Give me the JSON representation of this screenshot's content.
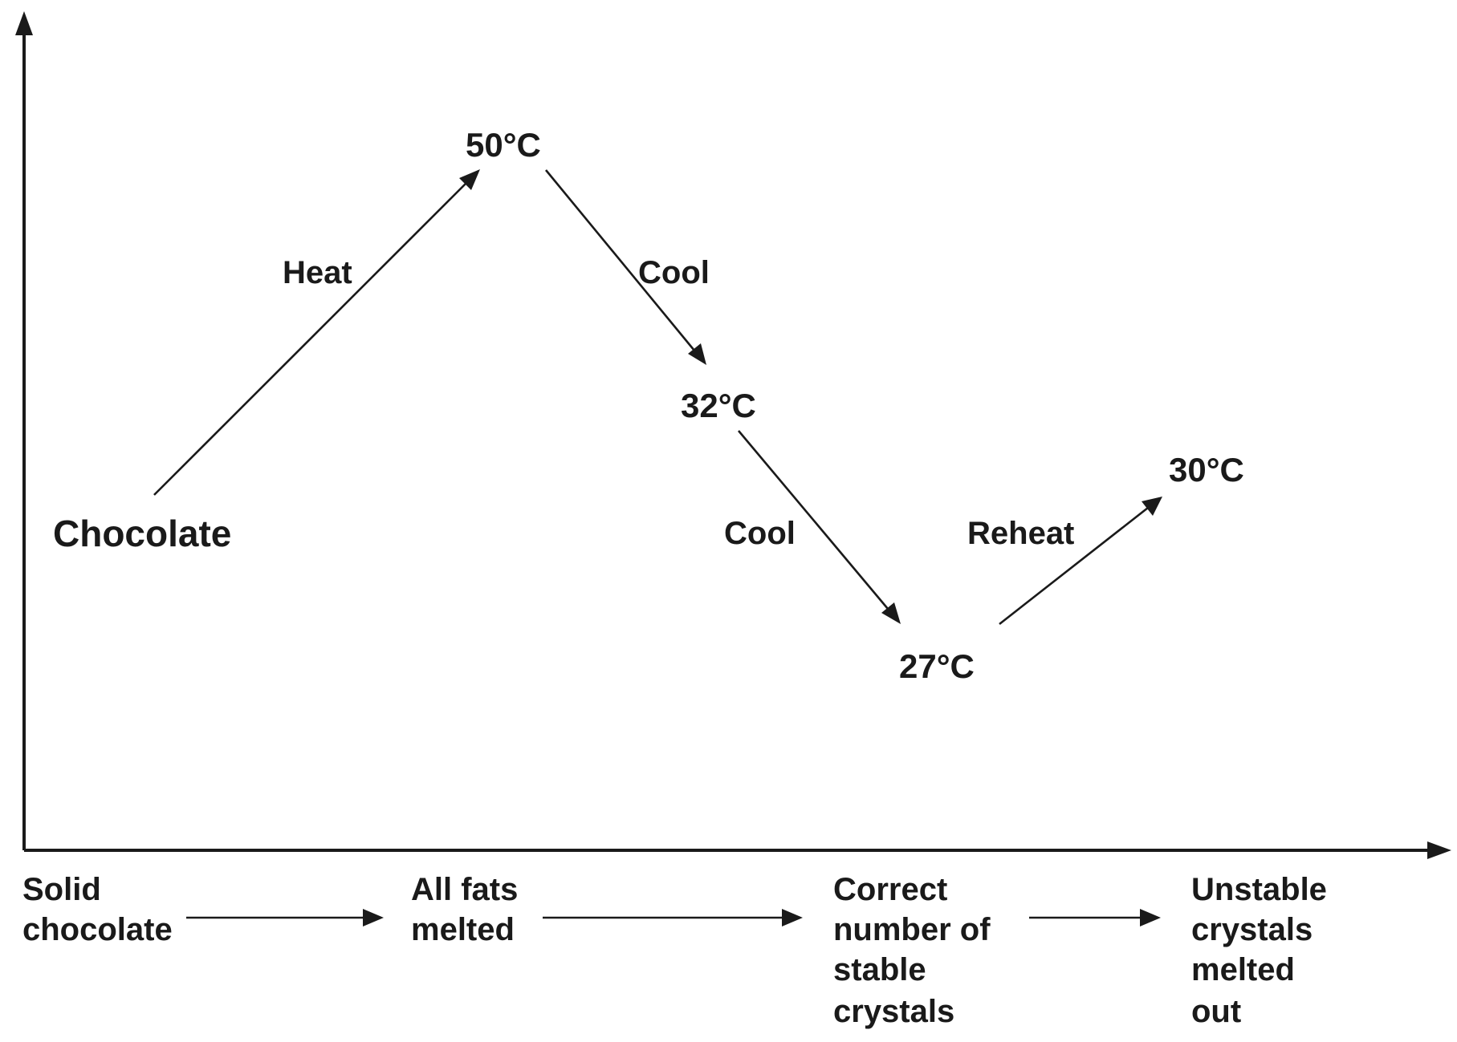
{
  "diagram": {
    "start_label": "Chocolate",
    "temperatures": {
      "t50": "50°C",
      "t32": "32°C",
      "t27": "27°C",
      "t30": "30°C"
    },
    "steps": {
      "heat": "Heat",
      "cool_1": "Cool",
      "cool_2": "Cool",
      "reheat": "Reheat"
    },
    "stages": [
      {
        "lines": [
          "Solid",
          "chocolate"
        ]
      },
      {
        "lines": [
          "All fats",
          "melted"
        ]
      },
      {
        "lines": [
          "Correct",
          "number of",
          "stable",
          "crystals"
        ]
      },
      {
        "lines": [
          "Unstable",
          "crystals",
          "melted",
          "out"
        ]
      }
    ]
  }
}
